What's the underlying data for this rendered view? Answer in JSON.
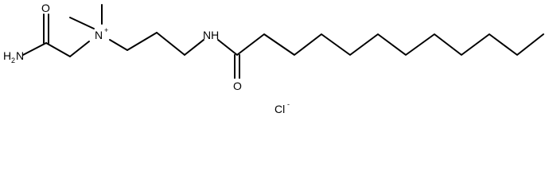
{
  "molecule": {
    "atoms": {
      "amide_O": "O",
      "amide_N": "H",
      "amide_N_sub": "2",
      "amide_N_letter": "N",
      "quat_N": "N",
      "quat_charge": "+",
      "amide_NH": "NH",
      "carbonyl_O": "O",
      "chloride": "Cl",
      "chloride_charge": "-"
    }
  }
}
